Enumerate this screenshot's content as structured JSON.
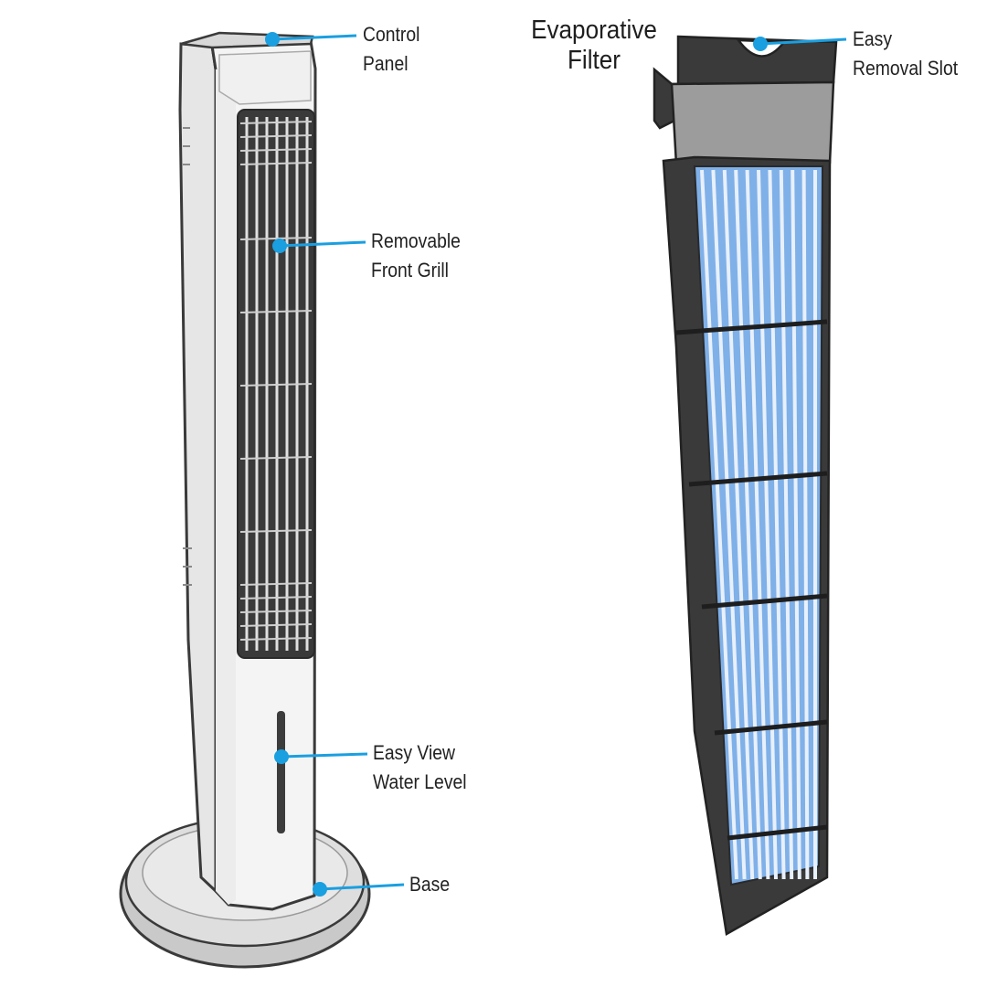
{
  "colors": {
    "callout": "#1a9fe0",
    "outline": "#3a3a3a",
    "grill": "#3c3c3c",
    "filter_frame": "#333333",
    "filter_media": "#7fb0e8",
    "filter_media_light": "#c7dcf5",
    "body": "#f4f4f4",
    "base": "#dcdcdc"
  },
  "callouts": {
    "control_panel": {
      "line1": "Control",
      "line2": "Panel"
    },
    "front_grill": {
      "line1": "Removable",
      "line2": "Front Grill"
    },
    "water_level": {
      "line1": "Easy View",
      "line2": "Water Level"
    },
    "base": {
      "line1": "Base"
    },
    "removal_slot": {
      "line1": "Easy",
      "line2": "Removal Slot"
    }
  },
  "filter_title": {
    "line1": "Evaporative",
    "line2": "Filter"
  }
}
